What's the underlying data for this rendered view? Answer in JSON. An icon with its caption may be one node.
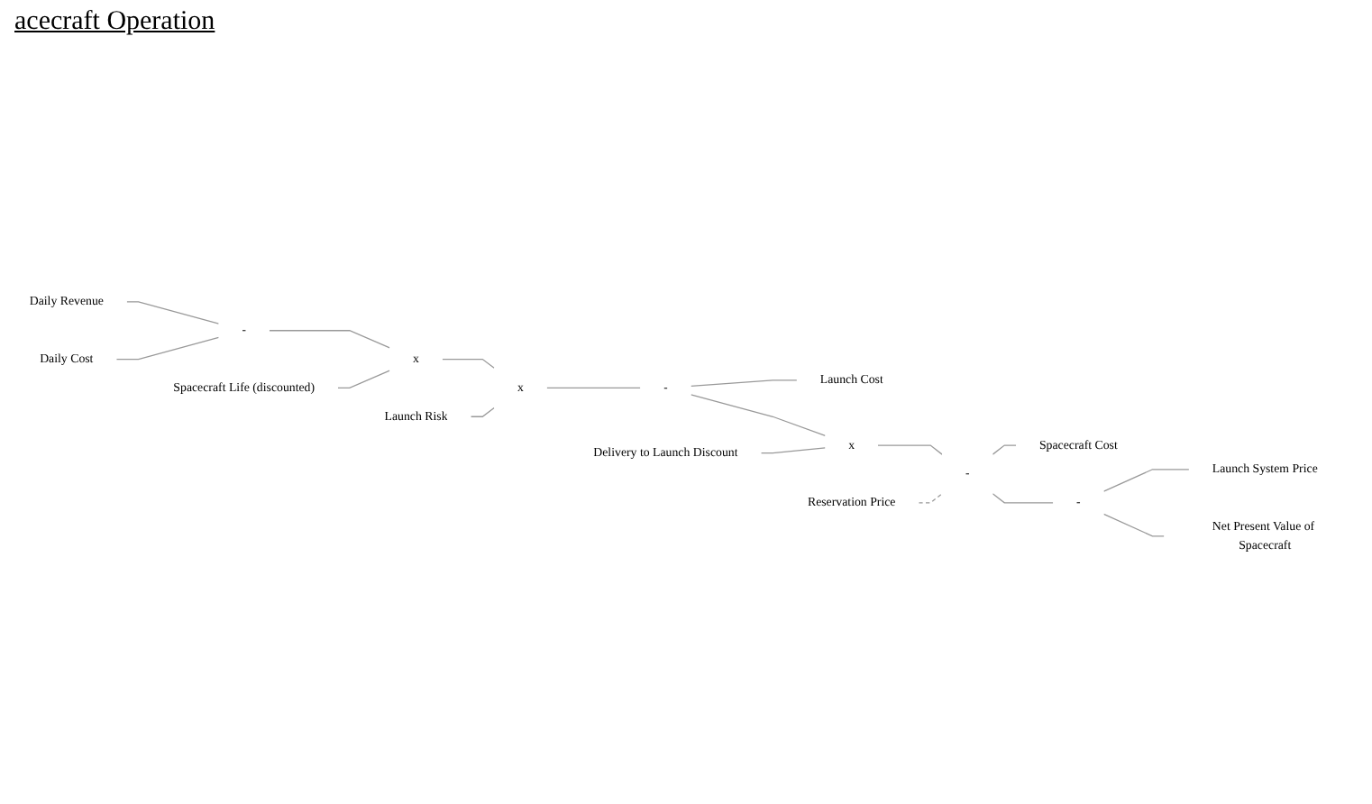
{
  "diagram": {
    "title": "acecraft Operation",
    "nodes": [
      {
        "text": [
          "Daily Revenue"
        ]
      },
      {
        "text": [
          "Daily Cost"
        ]
      },
      {
        "text": [
          "-"
        ]
      },
      {
        "text": [
          "Spacecraft Life (discounted)"
        ]
      },
      {
        "text": [
          "x"
        ]
      },
      {
        "text": [
          "Launch Risk"
        ]
      },
      {
        "text": [
          "x"
        ]
      },
      {
        "text": [
          "-"
        ]
      },
      {
        "text": [
          "Launch Cost"
        ]
      },
      {
        "text": [
          "Delivery to Launch Discount"
        ]
      },
      {
        "text": [
          "x"
        ]
      },
      {
        "text": [
          "-"
        ]
      },
      {
        "text": [
          "Spacecraft Cost"
        ]
      },
      {
        "text": [
          "Reservation Price"
        ]
      },
      {
        "text": [
          "-"
        ]
      },
      {
        "text": [
          "Launch System Price"
        ]
      },
      {
        "text": [
          "Net Present Value of Spacecraft"
        ]
      }
    ],
    "edges": [
      {
        "from": 0,
        "to": 2,
        "arrow": "none"
      },
      {
        "from": 1,
        "to": 2,
        "arrow": "none"
      },
      {
        "from": 2,
        "to": 4,
        "arrow": "none"
      },
      {
        "from": 3,
        "to": 4,
        "arrow": "none"
      },
      {
        "from": 4,
        "to": 6,
        "arrow": "none"
      },
      {
        "from": 5,
        "to": 6,
        "arrow": "none"
      },
      {
        "from": 6,
        "to": 7,
        "arrow": "none"
      },
      {
        "from": 7,
        "to": 8,
        "arrow": "none"
      },
      {
        "from": 7,
        "to": 10,
        "arrow": "none"
      },
      {
        "from": 9,
        "to": 10,
        "arrow": "none"
      },
      {
        "from": 10,
        "to": 11,
        "arrow": "none"
      },
      {
        "from": 11,
        "to": 12,
        "arrow": "none"
      },
      {
        "from": 11,
        "to": 14,
        "arrow": "none"
      },
      {
        "from": 13,
        "to": 11,
        "arrow": "none",
        "style": "dashed"
      },
      {
        "from": 14,
        "to": 15,
        "arrow": "none"
      },
      {
        "from": 14,
        "to": 16,
        "arrow": "none"
      }
    ]
  }
}
